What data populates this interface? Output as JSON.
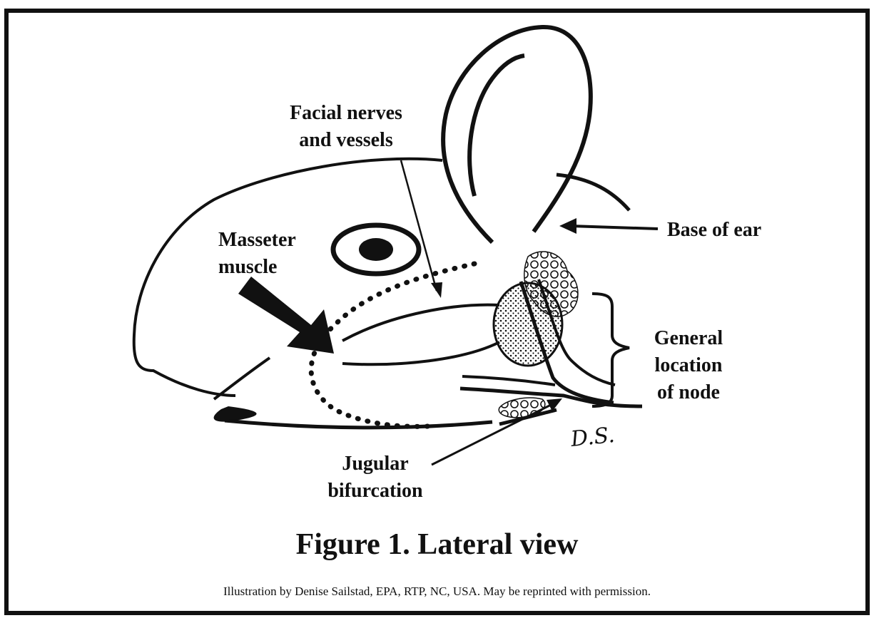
{
  "labels": {
    "facial_nerves": "Facial nerves\nand vessels",
    "masseter": "Masseter\nmuscle",
    "base_of_ear": "Base of ear",
    "general_location": "General\nlocation\nof node",
    "jugular": "Jugular\nbifurcation"
  },
  "title": "Figure 1.  Lateral view",
  "credit": "Illustration by Denise Sailstad, EPA, RTP, NC, USA.  May be reprinted with permission.",
  "signature": "D.S."
}
